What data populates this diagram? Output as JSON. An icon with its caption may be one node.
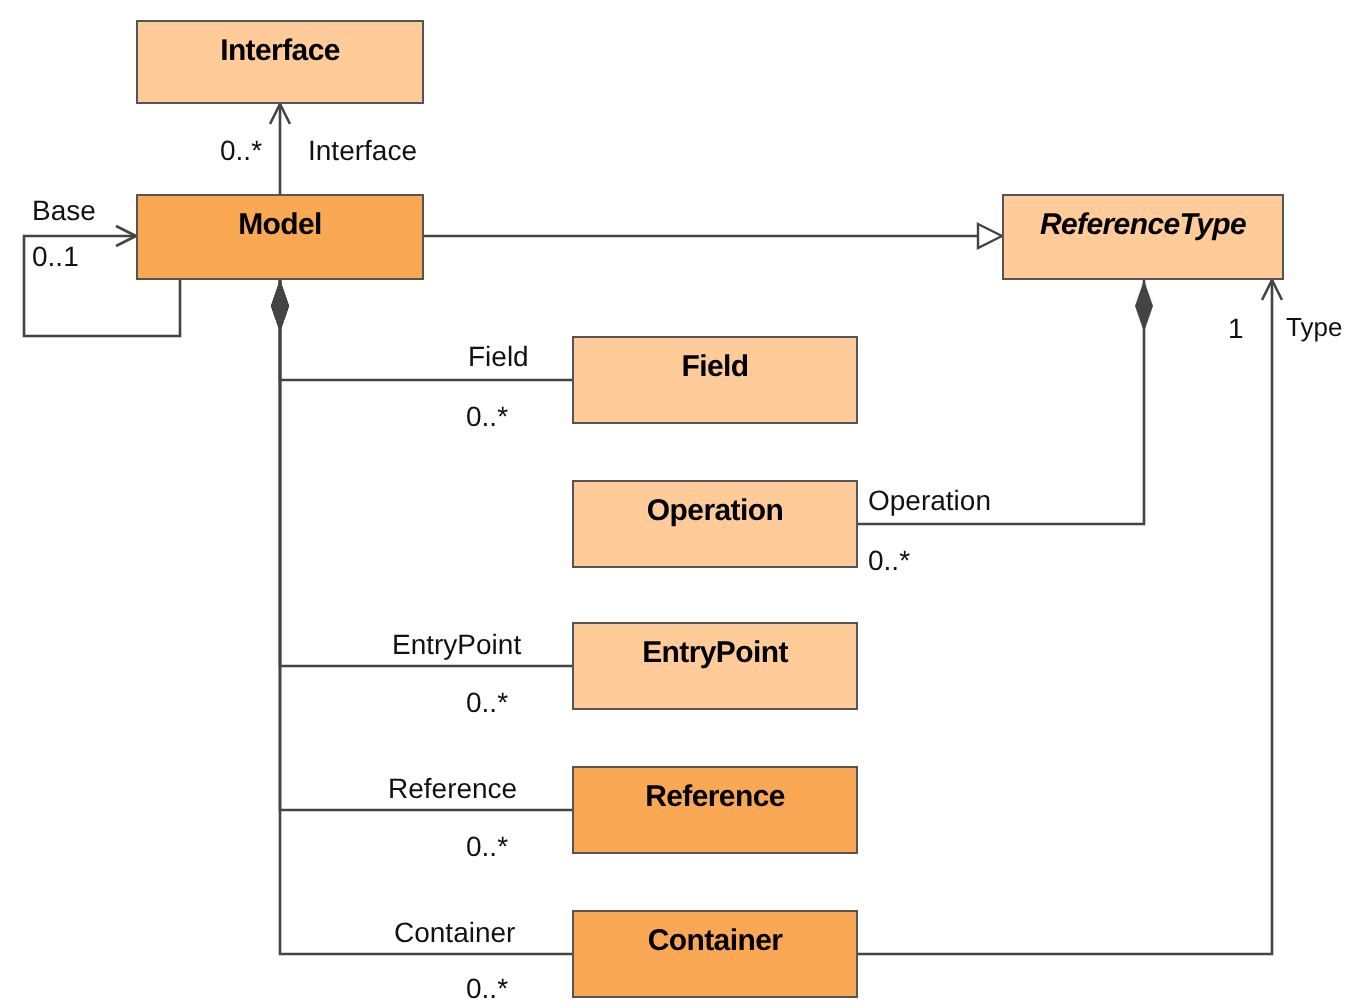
{
  "diagram": {
    "nodes": [
      {
        "text": [
          "Interface"
        ]
      },
      {
        "text": [
          "Model"
        ]
      },
      {
        "text": [
          "ReferenceType"
        ]
      },
      {
        "text": [
          "Field"
        ]
      },
      {
        "text": [
          "Operation"
        ]
      },
      {
        "text": [
          "EntryPoint"
        ]
      },
      {
        "text": [
          "Reference"
        ]
      },
      {
        "text": [
          "Container"
        ]
      }
    ],
    "edges": [
      {
        "from": 1,
        "to": 0,
        "arrow": "to",
        "label": "Interface"
      },
      {
        "from": 1,
        "to": 1,
        "arrow": "to",
        "label": "Base"
      },
      {
        "from": 1,
        "to": 2,
        "arrow": "to"
      },
      {
        "from": 1,
        "to": 3,
        "arrow": "other",
        "label": "Field"
      },
      {
        "from": 2,
        "to": 4,
        "arrow": "other",
        "label": "Operation"
      },
      {
        "from": 1,
        "to": 5,
        "arrow": "other",
        "label": "EntryPoint"
      },
      {
        "from": 1,
        "to": 6,
        "arrow": "other",
        "label": "Reference"
      },
      {
        "from": 1,
        "to": 7,
        "arrow": "other",
        "label": "Container"
      },
      {
        "from": 7,
        "to": 2,
        "arrow": "to",
        "label": "Type"
      }
    ],
    "labels": [
      "0..*",
      "0..1",
      "1",
      "0..*",
      "0..*",
      "0..*",
      "0..*",
      "0..*"
    ]
  }
}
